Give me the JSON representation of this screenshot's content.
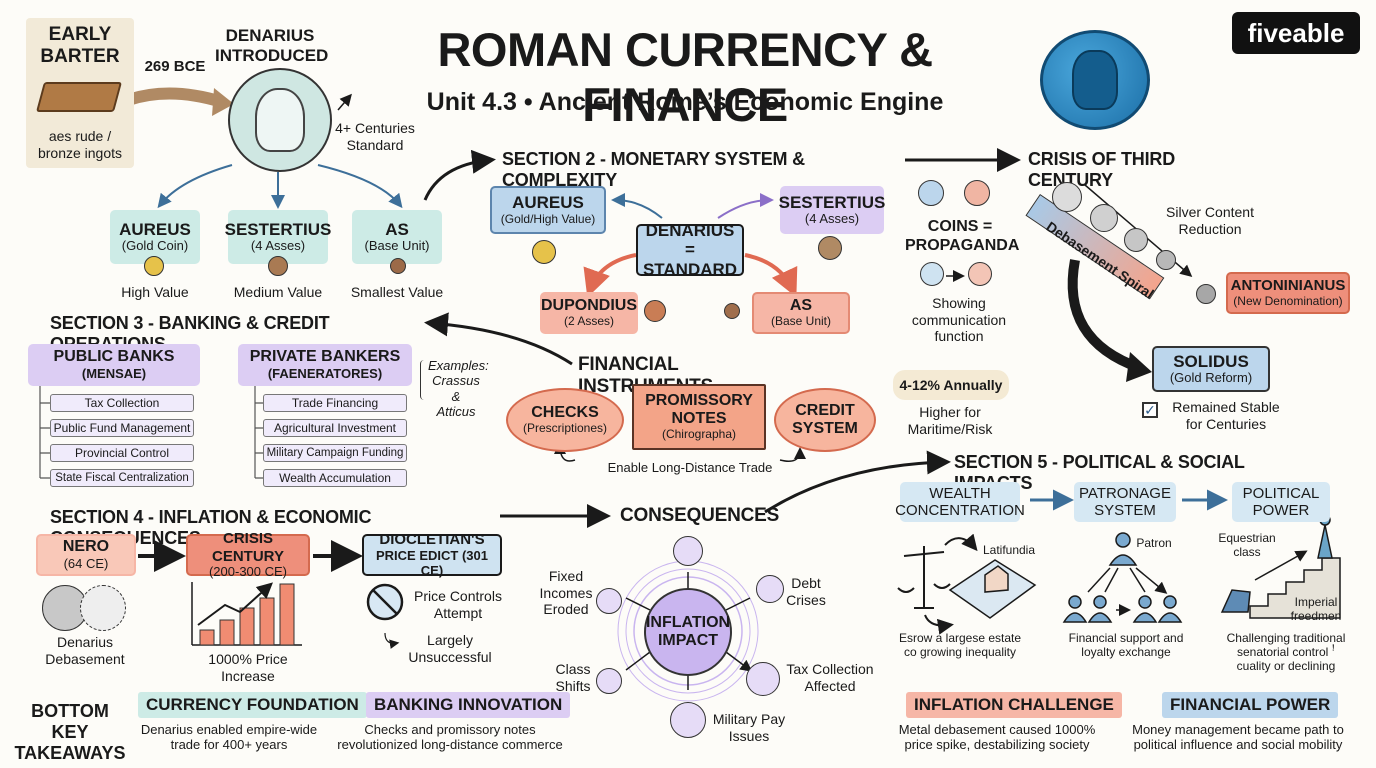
{
  "title": "ROMAN CURRENCY & FINANCE",
  "subtitle": "Unit 4.3 • Ancient Rome’s Economic Engine",
  "logo": "fiveable",
  "colors": {
    "teal": "#cdebe6",
    "blue": "#bcd6ec",
    "purple": "#dccdf3",
    "salmon": "#f6b6a6",
    "red": "#ee8f7b",
    "gold": "#e6c24a",
    "coin_blue": "#2a8ac6"
  },
  "barter": {
    "title": "EARLY\nBARTER",
    "caption": "aes rude /\nbronze ingots",
    "year": "269 BCE"
  },
  "denarius_intro": {
    "title": "DENARIUS\nINTRODUCED",
    "note": "4+ Centuries\nStandard"
  },
  "coins_row": [
    {
      "name": "AUREUS",
      "desc": "(Gold Coin)",
      "value": "High Value"
    },
    {
      "name": "SESTERTIUS",
      "desc": "(4 Asses)",
      "value": "Medium Value"
    },
    {
      "name": "AS",
      "desc": "(Base Unit)",
      "value": "Smallest Value"
    }
  ],
  "section2": {
    "heading": "SECTION 2 - MONETARY SYSTEM & COMPLEXITY",
    "center": "DENARIUS\n= STANDARD",
    "aureus": {
      "name": "AUREUS",
      "desc": "(Gold/High Value)"
    },
    "sestertius": {
      "name": "SESTERTIUS",
      "desc": "(4 Asses)"
    },
    "dupondius": {
      "name": "DUPONDIUS",
      "desc": "(2 Asses)"
    },
    "as": {
      "name": "AS",
      "desc": "(Base Unit)"
    },
    "propaganda": {
      "title": "COINS =\nPROPAGANDA",
      "caption": "Showing\ncommunication\nfunction"
    }
  },
  "crisis": {
    "heading": "CRISIS OF THIRD CENTURY",
    "silver": "Silver Content\nReduction",
    "spiral": "Debasement Spiral",
    "antoninianus": {
      "name": "ANTONINIANUS",
      "desc": "(New Denomination)"
    },
    "solidus": {
      "name": "SOLIDUS",
      "desc": "(Gold Reform)"
    },
    "stable": "Remained Stable\nfor Centuries"
  },
  "section3": {
    "heading": "SECTION 3 - BANKING & CREDIT OPERATIONS",
    "public": {
      "name": "PUBLIC BANKS",
      "desc": "(MENSAE)",
      "items": [
        "Tax Collection",
        "Public Fund Management",
        "Provincial Control",
        "State Fiscal Centralization"
      ]
    },
    "private": {
      "name": "PRIVATE BANKERS",
      "desc": "(FAENERATORES)",
      "items": [
        "Trade Financing",
        "Agricultural Investment",
        "Military Campaign Funding",
        "Wealth Accumulation"
      ]
    },
    "examples": "Examples:\nCrassus &\nAtticus"
  },
  "instruments": {
    "heading": "FINANCIAL INSTRUMENTS",
    "checks": {
      "name": "CHECKS",
      "desc": "(Prescriptiones)"
    },
    "notes": {
      "name": "PROMISSORY\nNOTES",
      "desc": "(Chirographa)"
    },
    "credit": "CREDIT\nSYSTEM",
    "rate": "4-12% Annually",
    "rate_note": "Higher for\nMaritime/Risk",
    "trade": "Enable Long-Distance Trade"
  },
  "section4": {
    "heading": "SECTION 4 - INFLATION & ECONOMIC CONSEQUENCES",
    "nero": {
      "name": "NERO",
      "desc": "(64 CE)"
    },
    "crisis_century": {
      "name": "CRISIS CENTURY",
      "desc": "(200-300 CE)"
    },
    "edict": {
      "name": "DIOCLETIAN'S",
      "desc": "PRICE EDICT (301 CE)"
    },
    "debasement": "Denarius\nDebasement",
    "price_increase": "1000% Price Increase",
    "controls": "Price Controls\nAttempt",
    "unsuccessful": "Largely\nUnsuccessful"
  },
  "consequences": {
    "heading": "CONSEQUENCES",
    "center": "INFLATION\nIMPACT",
    "items": [
      "Fixed\nIncomes\nEroded",
      "Debt\nCrises",
      "Class\nShifts",
      "Tax Collection\nAffected",
      "Military Pay\nIssues"
    ]
  },
  "section5": {
    "heading": "SECTION 5 - POLITICAL & SOCIAL IMPACTS",
    "wealth": "WEALTH\nCONCENTRATION",
    "patronage": "PATRONAGE\nSYSTEM",
    "political": "POLITICAL\nPOWER",
    "latifundia": "Latifundia",
    "wealth_caption": "Esrow a largese estate\nco growing inequality",
    "patron": "Patron",
    "patronage_caption": "Financial support and\nloyalty exchange",
    "equestrian": "Equestrian\nclass",
    "freedmen": "Imperial\nfreedmen",
    "power_caption": "Challenging traditional\nsenatorial control ꜝ\ncuality or declining"
  },
  "takeaways": {
    "label": "BOTTOM KEY\nTAKEAWAYS",
    "items": [
      {
        "title": "CURRENCY FOUNDATION",
        "text": "Denarius enabled empire-wide\ntrade for 400+ years"
      },
      {
        "title": "BANKING INNOVATION",
        "text": "Checks and promissory notes\nrevolutionized long-distance commerce"
      },
      {
        "title": "INFLATION CHALLENGE",
        "text": "Metal debasement caused 1000%\nprice spike, destabilizing society"
      },
      {
        "title": "FINANCIAL POWER",
        "text": "Money management became path to\npolitical influence and social mobility"
      }
    ]
  }
}
